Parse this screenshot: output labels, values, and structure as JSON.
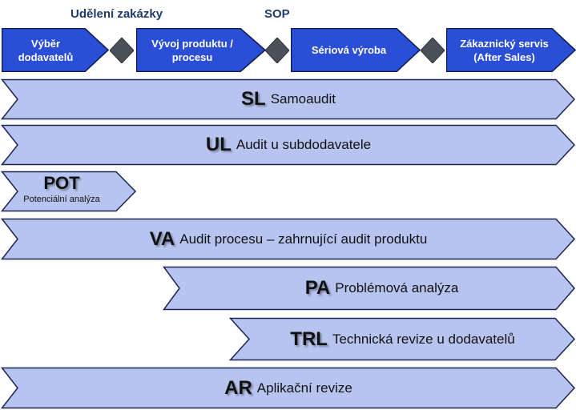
{
  "milestones": {
    "contract_award": "Udělení zakázky",
    "sop": "SOP"
  },
  "phases": [
    {
      "label_line1": "Výběr",
      "label_line2": "dodavatelů"
    },
    {
      "label_line1": "Vývoj produktu /",
      "label_line2": "procesu"
    },
    {
      "label_line1": "Sériová výroba",
      "label_line2": ""
    },
    {
      "label_line1": "Zákaznický servis",
      "label_line2": "(After Sales)"
    }
  ],
  "audits": [
    {
      "abbr": "SL",
      "desc": "Samoaudit"
    },
    {
      "abbr": "UL",
      "desc": "Audit u subdodavatele"
    },
    {
      "abbr": "POT",
      "desc": "Potenciální analýza"
    },
    {
      "abbr": "VA",
      "desc": "Audit procesu – zahrnující audit produktu"
    },
    {
      "abbr": "PA",
      "desc": "Problémová analýza"
    },
    {
      "abbr": "TRL",
      "desc": "Technická revize u dodavatelů"
    },
    {
      "abbr": "AR",
      "desc": "Aplikační revize"
    }
  ],
  "colors": {
    "phase_fill": "#2a4fd6",
    "phase_border": "#0d1a4a",
    "diamond_fill": "#4a5158",
    "bar_fill": "#b7c4ef",
    "bar_border": "#1a2550",
    "milestone_text": "#1f3a6e"
  }
}
